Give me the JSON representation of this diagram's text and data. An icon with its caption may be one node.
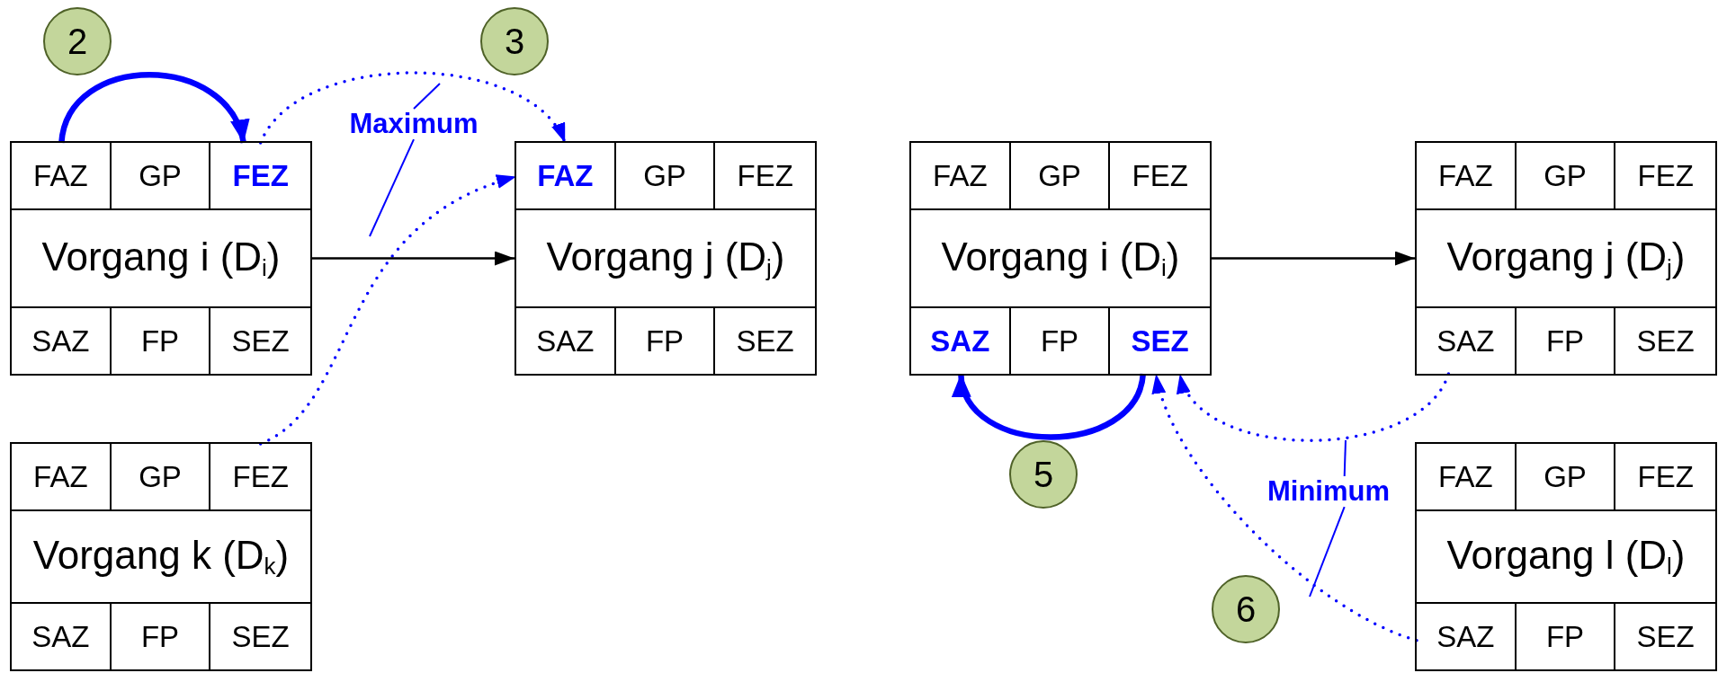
{
  "diagram": {
    "nodes": [
      {
        "text": [
          "Vorgang i (D$_{i}$)"
        ]
      },
      {
        "text": [
          "FAZ"
        ],
        "in": 0
      },
      {
        "text": [
          "GP"
        ],
        "in": 0
      },
      {
        "text": [
          "FEZ"
        ],
        "in": 0
      },
      {
        "text": [
          "SAZ"
        ],
        "in": 0
      },
      {
        "text": [
          "FP"
        ],
        "in": 0
      },
      {
        "text": [
          "SEZ"
        ],
        "in": 0
      },
      {
        "text": [
          "Vorgang j (D$_{j}$)"
        ]
      },
      {
        "text": [
          "FAZ"
        ],
        "in": 7
      },
      {
        "text": [
          "GP"
        ],
        "in": 7
      },
      {
        "text": [
          "FEZ"
        ],
        "in": 7
      },
      {
        "text": [
          "SAZ"
        ],
        "in": 7
      },
      {
        "text": [
          "FP"
        ],
        "in": 7
      },
      {
        "text": [
          "SEZ"
        ],
        "in": 7
      },
      {
        "text": [
          "Vorgang k (D$_{k}$)"
        ]
      },
      {
        "text": [
          "FAZ"
        ],
        "in": 14
      },
      {
        "text": [
          "GP"
        ],
        "in": 14
      },
      {
        "text": [
          "FEZ"
        ],
        "in": 14
      },
      {
        "text": [
          "SAZ"
        ],
        "in": 14
      },
      {
        "text": [
          "FP"
        ],
        "in": 14
      },
      {
        "text": [
          "SEZ"
        ],
        "in": 14
      },
      {
        "text": [
          "Vorgang i (D$_{i}$)"
        ]
      },
      {
        "text": [
          "FAZ"
        ],
        "in": 21
      },
      {
        "text": [
          "GP"
        ],
        "in": 21
      },
      {
        "text": [
          "FEZ"
        ],
        "in": 21
      },
      {
        "text": [
          "SAZ"
        ],
        "in": 21
      },
      {
        "text": [
          "FP"
        ],
        "in": 21
      },
      {
        "text": [
          "SEZ"
        ],
        "in": 21
      },
      {
        "text": [
          "Vorgang j (D$_{j}$)"
        ]
      },
      {
        "text": [
          "FAZ"
        ],
        "in": 28
      },
      {
        "text": [
          "GP"
        ],
        "in": 28
      },
      {
        "text": [
          "FEZ"
        ],
        "in": 28
      },
      {
        "text": [
          "SAZ"
        ],
        "in": 28
      },
      {
        "text": [
          "FP"
        ],
        "in": 28
      },
      {
        "text": [
          "SEZ"
        ],
        "in": 28
      },
      {
        "text": [
          "Vorgang l (D$_{l}$)"
        ]
      },
      {
        "text": [
          "FAZ"
        ],
        "in": 35
      },
      {
        "text": [
          "GP"
        ],
        "in": 35
      },
      {
        "text": [
          "FEZ"
        ],
        "in": 35
      },
      {
        "text": [
          "SAZ"
        ],
        "in": 35
      },
      {
        "text": [
          "FP"
        ],
        "in": 35
      },
      {
        "text": [
          "SEZ"
        ],
        "in": 35
      },
      {
        "text": [
          "2"
        ]
      },
      {
        "text": [
          "3"
        ]
      },
      {
        "text": [
          "5"
        ]
      },
      {
        "text": [
          "6"
        ]
      },
      {
        "text": [
          "Maximum"
        ]
      },
      {
        "text": [
          "Minimum"
        ]
      }
    ],
    "edges": [
      {
        "from": 1,
        "to": 3,
        "arrow": "to",
        "style": "thick"
      },
      {
        "from": 3,
        "to": 8,
        "arrow": "to",
        "style": "dashed"
      },
      {
        "from": 17,
        "to": 8,
        "arrow": "to",
        "style": "dashed"
      },
      {
        "from": 0,
        "to": 7,
        "arrow": "to",
        "color": "#000000"
      },
      {
        "from": 21,
        "to": 28,
        "arrow": "to",
        "color": "#000000"
      },
      {
        "from": 27,
        "to": 25,
        "arrow": "to",
        "style": "thick"
      },
      {
        "from": 32,
        "to": 27,
        "arrow": "to",
        "style": "dashed"
      },
      {
        "from": 39,
        "to": 27,
        "arrow": "to",
        "style": "dashed"
      },
      {
        "from": 46,
        "to": null,
        "arrow": "none"
      },
      {
        "from": 46,
        "to": null,
        "arrow": "none"
      },
      {
        "from": 47,
        "to": null,
        "arrow": "none"
      },
      {
        "from": 47,
        "to": null,
        "arrow": "none"
      }
    ]
  }
}
